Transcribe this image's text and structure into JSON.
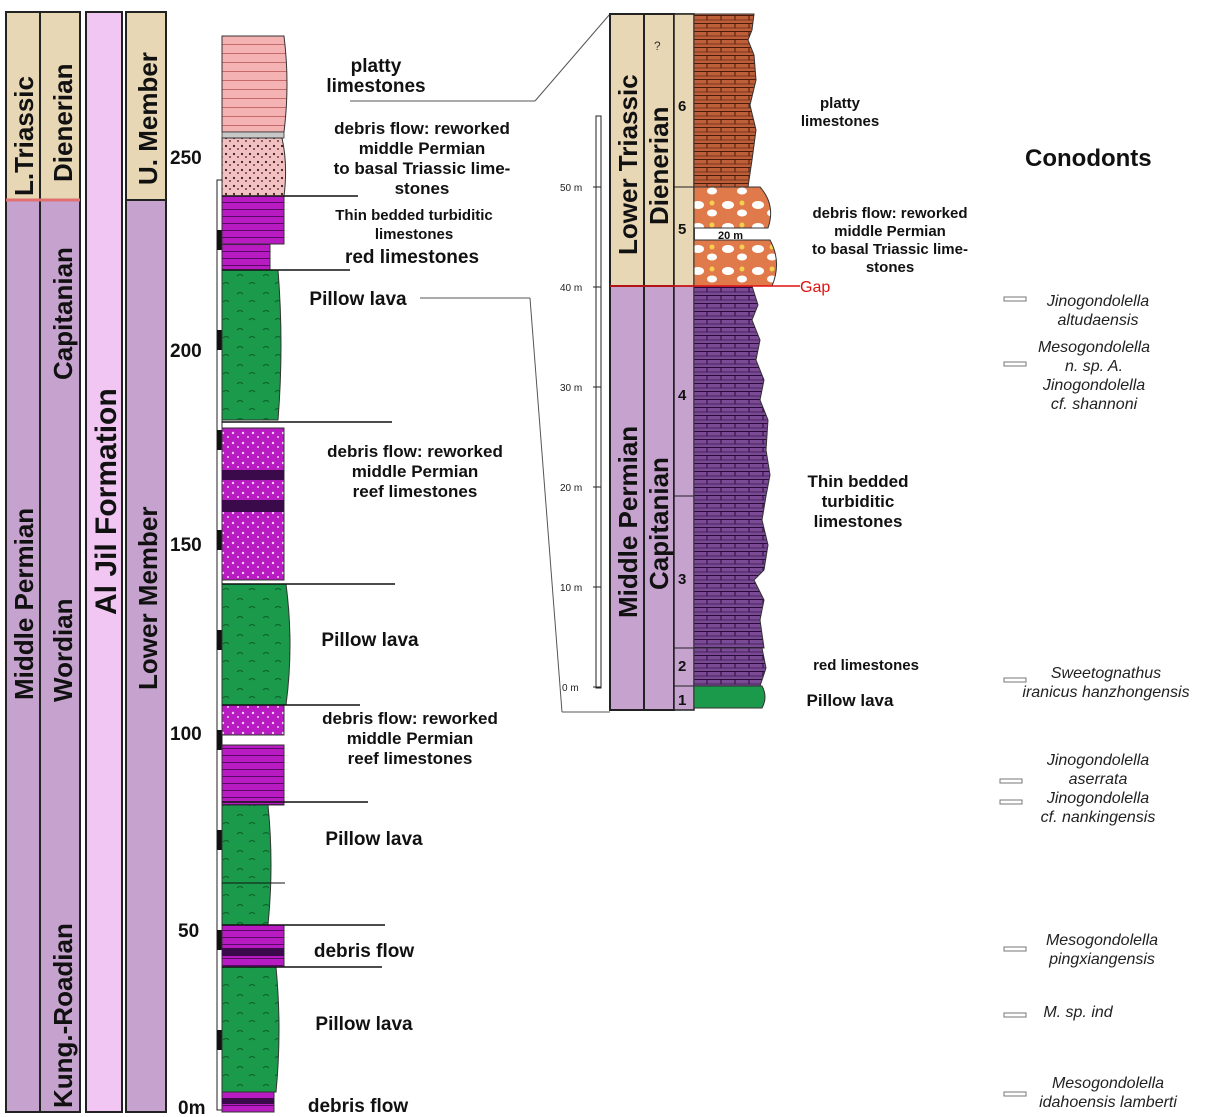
{
  "left_column": {
    "system_bands": [
      "L.Triassic",
      "Middle Permian"
    ],
    "stage_bands": [
      "Dienerian",
      "Capitanian",
      "Wordian",
      "Kung.-Roadian"
    ],
    "formation": "Al Jil Formation",
    "member_bands": [
      "U. Member",
      "Lower Member"
    ],
    "scale_ticks": [
      "250",
      "200",
      "150",
      "100",
      "50",
      "0m"
    ],
    "lithology_labels": {
      "platty": "platty\nlimestones",
      "debris_top": "debris flow: reworked\nmiddle Permian\nto basal Triassic lime-\nstones",
      "thin_bedded": "Thin bedded turbiditic\nlimestones",
      "red": "red limestones",
      "pillow1": "Pillow lava",
      "debris_mid": "debris flow: reworked\nmiddle Permian\nreef limestones",
      "pillow2": "Pillow lava",
      "debris_low": "debris flow: reworked\nmiddle Permian\nreef limestones",
      "pillow3": "Pillow lava",
      "debris_flow1": "debris flow",
      "pillow4": "Pillow lava",
      "debris_flow2": "debris flow"
    }
  },
  "right_column": {
    "system_bands": [
      "Lower Triassic",
      "Middle Permian"
    ],
    "stage_bands": [
      "Dienerian",
      "Capitanian"
    ],
    "scale_ticks": [
      "50 m",
      "40 m",
      "30 m",
      "20 m",
      "10 m",
      "0 m"
    ],
    "bed_numbers": [
      "6",
      "5",
      "4",
      "3",
      "2",
      "1"
    ],
    "query_mark": "?",
    "inner_scale_label": "20 m",
    "gap_label": "Gap",
    "lithology_labels": {
      "platty": "platty\nlimestones",
      "debris": "debris flow: reworked\nmiddle Permian\nto basal Triassic lime-\nstones",
      "thin_bedded": "Thin bedded\nturbiditic\nlimestones",
      "red": "red limestones",
      "pillow": "Pillow lava"
    }
  },
  "conodonts": {
    "title": "Conodonts",
    "entries": [
      "Jinogondolella\naltudaensis",
      "Mesogondolella\nn. sp. A.\nJinogondolella\ncf. shannoni",
      "Sweetognathus\niranicus hanzhongensis",
      "Jinogondolella\naserrata\nJinogondolella\ncf. nankingensis",
      "Mesogondolella\npingxiangensis",
      "M. sp. ind",
      "Mesogondolella\nidahoensis lamberti"
    ]
  },
  "colors": {
    "triassic_band": "#e8d7b4",
    "permian_band": "#c6a3cf",
    "formation_band": "#f1c6f3",
    "pink_limestone": "#f5b2b2",
    "magenta_limestone": "#b81bc2",
    "pillow_lava": "#1a9a4a",
    "brown_limestone": "#bf5f3a",
    "purple_limestone": "#7a4a95",
    "gap_line": "#e01010"
  }
}
